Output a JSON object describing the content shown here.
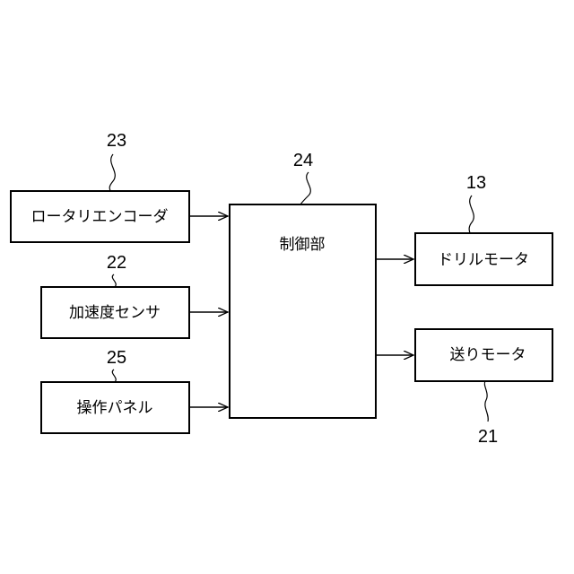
{
  "blocks": {
    "rotary_encoder": {
      "label": "ロータリエンコーダ",
      "ref": "23"
    },
    "accel_sensor": {
      "label": "加速度センサ",
      "ref": "22"
    },
    "operation_panel": {
      "label": "操作パネル",
      "ref": "25"
    },
    "controller": {
      "label": "制御部",
      "ref": "24"
    },
    "drill_motor": {
      "label": "ドリルモータ",
      "ref": "13"
    },
    "feed_motor": {
      "label": "送りモータ",
      "ref": "21"
    }
  },
  "connections": [
    {
      "from": "rotary_encoder",
      "to": "controller"
    },
    {
      "from": "accel_sensor",
      "to": "controller"
    },
    {
      "from": "operation_panel",
      "to": "controller"
    },
    {
      "from": "controller",
      "to": "drill_motor"
    },
    {
      "from": "controller",
      "to": "feed_motor"
    }
  ]
}
